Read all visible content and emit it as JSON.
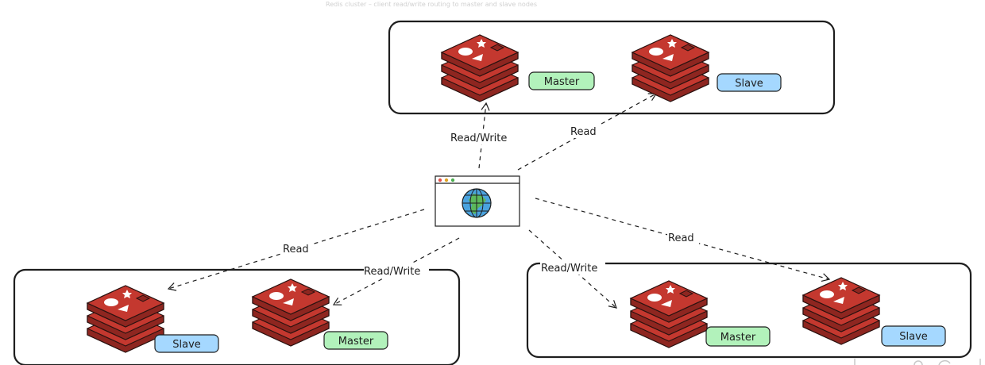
{
  "header": {
    "faint_caption": "Redis cluster – client read/write routing to master and slave nodes"
  },
  "colors": {
    "redis_top": "#c4382f",
    "redis_side": "#8e2620",
    "redis_outline": "#2b1210",
    "master_fill": "#b2f2bb",
    "slave_fill": "#a5d8ff",
    "stroke": "#1e1e1e",
    "globe_blue": "#4aa3df",
    "globe_green": "#5cb85c",
    "dot_red": "#e5534b",
    "dot_yellow": "#e0a325",
    "dot_green": "#4caf50"
  },
  "client": {
    "name": "Browser client",
    "icon": "globe-icon"
  },
  "groups": [
    {
      "id": "top",
      "nodes": [
        {
          "role": "Master",
          "icon": "redis-icon"
        },
        {
          "role": "Slave",
          "icon": "redis-icon"
        }
      ]
    },
    {
      "id": "bottom-left",
      "nodes": [
        {
          "role": "Slave",
          "icon": "redis-icon"
        },
        {
          "role": "Master",
          "icon": "redis-icon"
        }
      ]
    },
    {
      "id": "bottom-right",
      "nodes": [
        {
          "role": "Master",
          "icon": "redis-icon"
        },
        {
          "role": "Slave",
          "icon": "redis-icon"
        }
      ]
    }
  ],
  "connections": [
    {
      "from": "client",
      "to": "top-master",
      "label": "Read/Write"
    },
    {
      "from": "client",
      "to": "top-slave",
      "label": "Read"
    },
    {
      "from": "client",
      "to": "bottom-left-slave",
      "label": "Read"
    },
    {
      "from": "client",
      "to": "bottom-left-master",
      "label": "Read/Write"
    },
    {
      "from": "client",
      "to": "bottom-right-master",
      "label": "Read/Write"
    },
    {
      "from": "client",
      "to": "bottom-right-slave",
      "label": "Read"
    }
  ]
}
